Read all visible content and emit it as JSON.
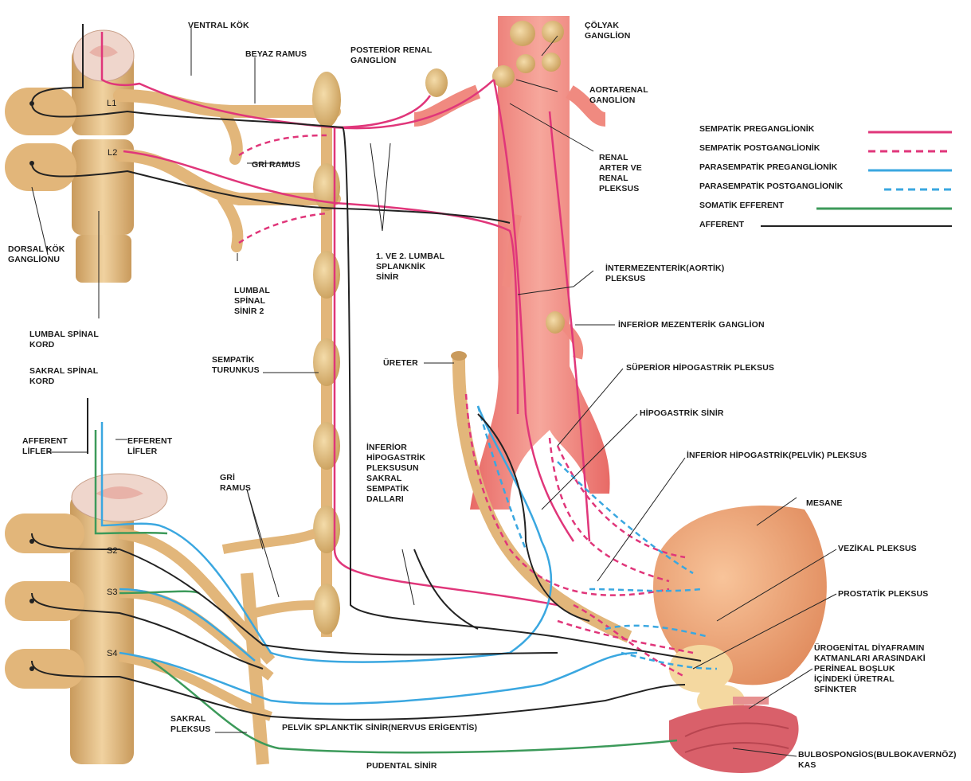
{
  "labels": {
    "ventral_kok": "VENTRAL KÖK",
    "beyaz_ramus": "BEYAZ RAMUS",
    "posterior_renal": "POSTERİOR RENAL\nGANGLİON",
    "colyak": "ÇÖLYAK\nGANGLİON",
    "aortarenal": "AORTARENAL\nGANGLİON",
    "renal_arter": "RENAL\nARTER VE\nRENAL\nPLEKSUS",
    "l1": "L1",
    "l2": "L2",
    "gri_ramus_top": "GRİ RAMUS",
    "dorsal_kok": "DORSAL KÖK\nGANGLİONU",
    "lumbal_splanknik": "1. VE 2. LUMBAL\nSPLANKNİK\nSİNİR",
    "intermezenterik": "İNTERMEZENTERİK(AORTİK)\nPLEKSUS",
    "lumbal_spinal_sinir": "LUMBAL\nSPİNAL\nSİNİR 2",
    "inferior_mezenterik": "İNFERİOR MEZENTERİK GANGLİON",
    "lumbal_spinal_kord": "LUMBAL SPİNAL\nKORD",
    "sempatik_turunkus": "SEMPATİK\nTURUNKUS",
    "ureter": "ÜRETER",
    "superior_hipogastrik": "SÜPERİOR HİPOGASTRİK PLEKSUS",
    "sakral_spinal_kord": "SAKRAL SPİNAL\nKORD",
    "hipogastrik_sinir": "HİPOGASTRİK SİNİR",
    "afferent_lifler": "AFFERENT\nLİFLER",
    "efferent_lifler": "EFFERENT\nLİFLER",
    "inferior_hipogastrik_sakral": "İNFERİOR\nHİPOGASTRİK\nPLEKSUSUN\nSAKRAL\nSEMPATİK\nDALLARI",
    "inferior_hipogastrik_pelvik": "İNFERİOR HİPOGASTRİK(PELVİK) PLEKSUS",
    "gri_ramus_bottom": "GRİ\nRAMUS",
    "mesane": "MESANE",
    "s2": "S2",
    "vezikal": "VEZİKAL PLEKSUS",
    "s3": "S3",
    "prostatik": "PROSTATİK PLEKSUS",
    "s4": "S4",
    "urogenital": "ÜROGENİTAL DİYAFRAMIN\nKATMANLARI ARASINDAKİ\nPERİNEAL BOŞLUK\nİÇİNDEKİ ÜRETRAL\nSFİNKTER",
    "sakral_pleksus": "SAKRAL\nPLEKSUS",
    "pelvik_splanknik": "PELVİK SPLANKTİK SİNİR(NERVUS ERİGENTİS)",
    "pudental": "PUDENTAL SİNİR",
    "bulbospongios": "BULBOSPONGİOS(BULBOKAVERNÖZ)\nKAS"
  },
  "legend": [
    {
      "label": "SEMPATİK PREGANGLİONİK",
      "color": "#e0367a",
      "style": "solid"
    },
    {
      "label": "SEMPATİK POSTGANGLİONİK",
      "color": "#e0367a",
      "style": "dashed"
    },
    {
      "label": "PARASEMPATİK PREGANGLİONİK",
      "color": "#3aa7e0",
      "style": "solid"
    },
    {
      "label": "PARASEMPATİK POSTGANGLİONİK",
      "color": "#3aa7e0",
      "style": "dashed"
    },
    {
      "label": "SOMATİK EFFERENT",
      "color": "#3c9a5a",
      "style": "solid"
    },
    {
      "label": "AFFERENT",
      "color": "#222222",
      "style": "solid"
    }
  ],
  "colors": {
    "bone": "#e8c48e",
    "cord": "#eed6c8",
    "artery": "#f08a80",
    "bladder": "#f0a878",
    "muscle": "#d9606a"
  }
}
